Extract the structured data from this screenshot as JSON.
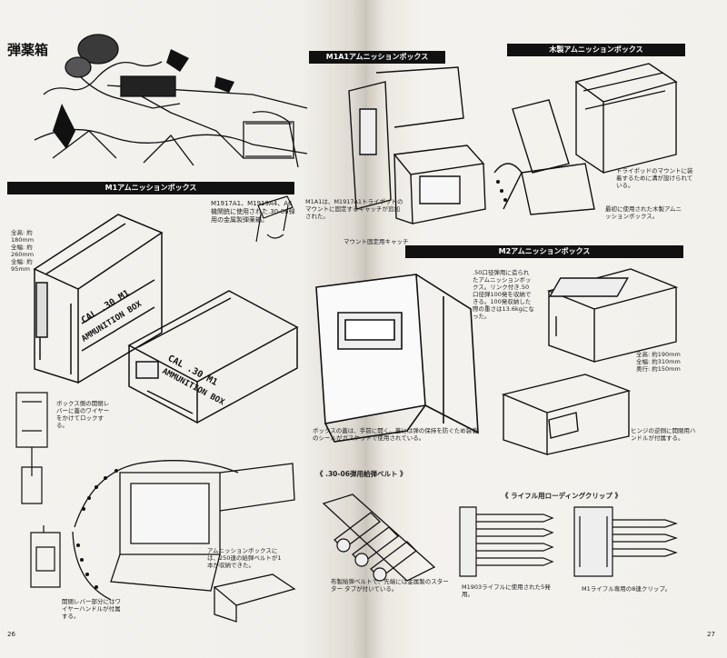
{
  "left_page": {
    "section_title": "弾薬箱",
    "m1_box_header": "M1アムニッションボックス",
    "m1_desc": "M1917A1、M1919A4、A6機関銃に使用された.30-06弾用の金属製弾薬箱。",
    "m1_dims": [
      "全高: 約180mm",
      "全幅: 約260mm",
      "全幅: 約95mm"
    ],
    "box_stencil_1": [
      "CAL .30 M1",
      "AMMUNITION BOX"
    ],
    "box_stencil_2": [
      "CAL .30 M1",
      "AMMUNITION BOX"
    ],
    "lever_caption": "ボックス側の開閉レバーに蓋のワイヤーをかけてロックする。",
    "belt_caption": "アムニッションボックスには、250連の給弾ベルトが1本が収納できた。",
    "opener_caption": "開閉レバー部分にはワイヤーハンドルが付属する。",
    "page_number": "26"
  },
  "right_page": {
    "m1a1_header": "M1A1アムニッションボックス",
    "wooden_header": "木製アムニッションボックス",
    "m1a1_caption": "M1A1は、M1917A1トライポッドのマウントに固定するキャッチが追加された。",
    "mount_catch_label": "マウント固定用キャッチ",
    "wooden_caption_1": "トライポッドのマウントに装着するために溝が設けられている。",
    "wooden_caption_2": "最初に使用された木製アムニッションボックス。",
    "m2_header": "M2アムニッションボックス",
    "m2_desc": ".50口径弾用に造られたアムニッションボックス。リンク付き.50口径弾100発を収納できる。100発収納した際の重さは13.6kgになった。",
    "m2_dims": [
      "全高: 約190mm",
      "全幅: 約310mm",
      "奥行: 約150mm"
    ],
    "m2_lid_caption": "ボックスの蓋は、手前に開く。蓋には弾の保持を防ぐため装着のシールがガスケットで使用されている。",
    "m2_hinge_caption": "ヒンジの逆側に開閉用ハンドルが付属する。",
    "belt_header": "《 .30-06弾用給弾ベルト 》",
    "belt_caption": "布製給弾ベルトで、先端には金属製のスターター タブが付いている。",
    "clip_header": "《 ライフル用ローディングクリップ 》",
    "m1903_caption": "M1903ライフルに使用された5発用。",
    "m1_clip_caption": "M1ライフル専用の8連クリップ。",
    "page_number": "27"
  },
  "colors": {
    "ink": "#111111",
    "paper": "#f3f1ec",
    "background": "#7e6f5b"
  }
}
